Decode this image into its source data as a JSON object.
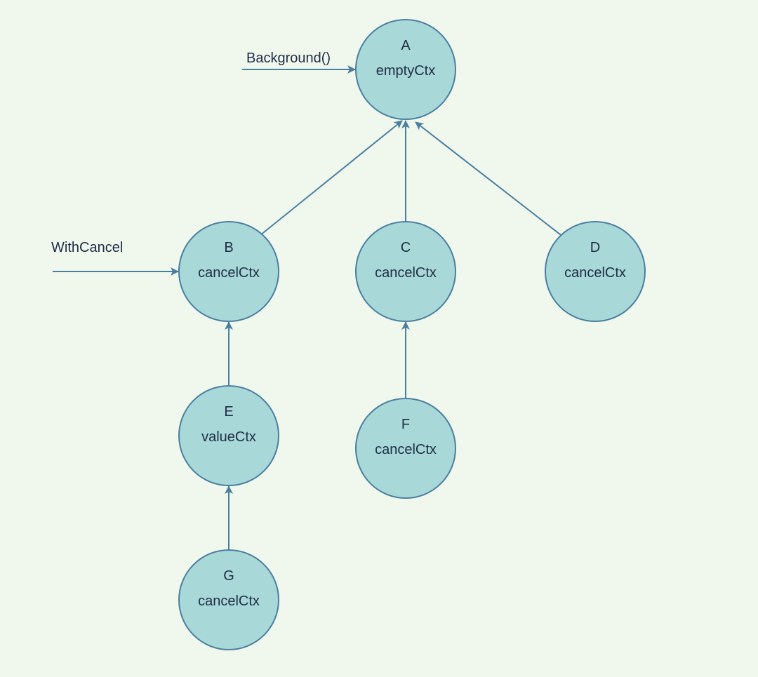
{
  "nodes": [
    {
      "id": "A",
      "letter": "A",
      "type": "emptyCtx"
    },
    {
      "id": "B",
      "letter": "B",
      "type": "cancelCtx"
    },
    {
      "id": "C",
      "letter": "C",
      "type": "cancelCtx"
    },
    {
      "id": "D",
      "letter": "D",
      "type": "cancelCtx"
    },
    {
      "id": "E",
      "letter": "E",
      "type": "valueCtx"
    },
    {
      "id": "F",
      "letter": "F",
      "type": "cancelCtx"
    },
    {
      "id": "G",
      "letter": "G",
      "type": "cancelCtx"
    }
  ],
  "edges": [
    {
      "from": "B",
      "to": "A"
    },
    {
      "from": "C",
      "to": "A"
    },
    {
      "from": "D",
      "to": "A"
    },
    {
      "from": "E",
      "to": "B"
    },
    {
      "from": "F",
      "to": "C"
    },
    {
      "from": "G",
      "to": "E"
    }
  ],
  "entry_labels": [
    {
      "id": "background",
      "text": "Background()",
      "target": "A"
    },
    {
      "id": "with-cancel",
      "text": "WithCancel",
      "target": "B"
    }
  ],
  "colors": {
    "background": "#f0f8ee",
    "node_fill": "#a8d8d8",
    "stroke": "#4a7fa0",
    "text": "#1f2d45"
  }
}
